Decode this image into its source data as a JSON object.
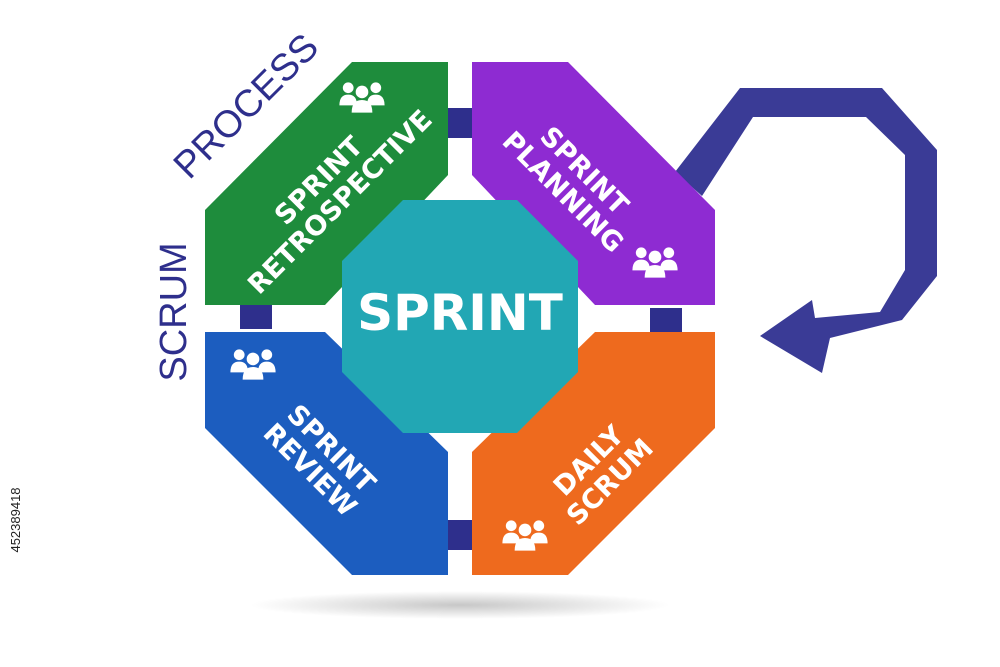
{
  "diagram": {
    "center": {
      "label": "SPRINT",
      "color": "#22a7b4"
    },
    "side_text": {
      "line1": "PROCESS",
      "line2": "SCRUM",
      "color": "#2e2f8c"
    },
    "segments": {
      "retrospective": {
        "line1": "SPRINT",
        "line2": "RETROSPECTIVE",
        "color": "#1e8c3c",
        "icon": "people-icon"
      },
      "planning": {
        "line1": "SPRINT",
        "line2": "PLANNING",
        "color": "#8e2bd2",
        "icon": "people-icon"
      },
      "review": {
        "line1": "SPRINT",
        "line2": "REVIEW",
        "color": "#1c5dbf",
        "icon": "people-icon"
      },
      "daily": {
        "line1": "DAILY",
        "line2": "SCRUM",
        "color": "#ee6a1e",
        "icon": "people-icon"
      }
    },
    "connector_color": "#2e2f8c",
    "arrow": {
      "icon": "cycle-arrow-icon",
      "color": "#3a3b96"
    }
  },
  "stock_id": "452389418"
}
